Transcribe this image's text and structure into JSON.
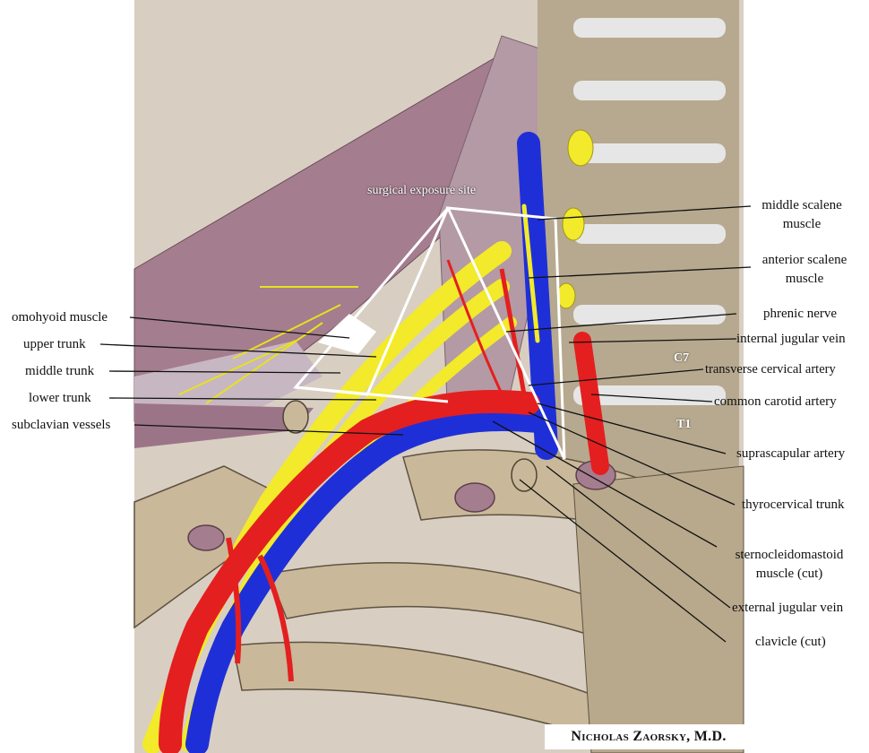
{
  "colors": {
    "artery": "#e41f1f",
    "vein": "#1f2fd8",
    "nerve": "#f2ea2a",
    "muscle": "#a47d8e",
    "bone": "#c9b89a",
    "disc": "#e6e6e6",
    "exposure_outline": "#ffffff"
  },
  "exposure_label": "surgical exposure site",
  "vertebra_labels": {
    "c7": "C7",
    "t1": "T1"
  },
  "labels_left": [
    {
      "id": "omohyoid",
      "text": "omohyoid muscle"
    },
    {
      "id": "upper_trunk",
      "text": "upper trunk"
    },
    {
      "id": "middle_trunk",
      "text": "middle trunk"
    },
    {
      "id": "lower_trunk",
      "text": "lower trunk"
    },
    {
      "id": "subclavian",
      "text": "subclavian vessels"
    }
  ],
  "labels_right": [
    {
      "id": "middle_scalene",
      "text": [
        "middle scalene",
        "muscle"
      ]
    },
    {
      "id": "anterior_scalene",
      "text": [
        "anterior scalene",
        "muscle"
      ]
    },
    {
      "id": "phrenic",
      "text": [
        "phrenic nerve"
      ]
    },
    {
      "id": "ijv",
      "text": [
        "internal jugular vein"
      ]
    },
    {
      "id": "tca",
      "text": [
        "transverse cervical artery"
      ]
    },
    {
      "id": "cca",
      "text": [
        "common carotid artery"
      ]
    },
    {
      "id": "ssa",
      "text": [
        "suprascapular artery"
      ]
    },
    {
      "id": "tct",
      "text": [
        "thyrocervical trunk"
      ]
    },
    {
      "id": "scm",
      "text": [
        "sternocleidomastoid",
        "muscle (cut)"
      ]
    },
    {
      "id": "ejv",
      "text": [
        "external jugular vein"
      ]
    },
    {
      "id": "clavicle",
      "text": [
        "clavicle (cut)"
      ]
    }
  ],
  "credit": "Nicholas Zaorsky, M.D."
}
